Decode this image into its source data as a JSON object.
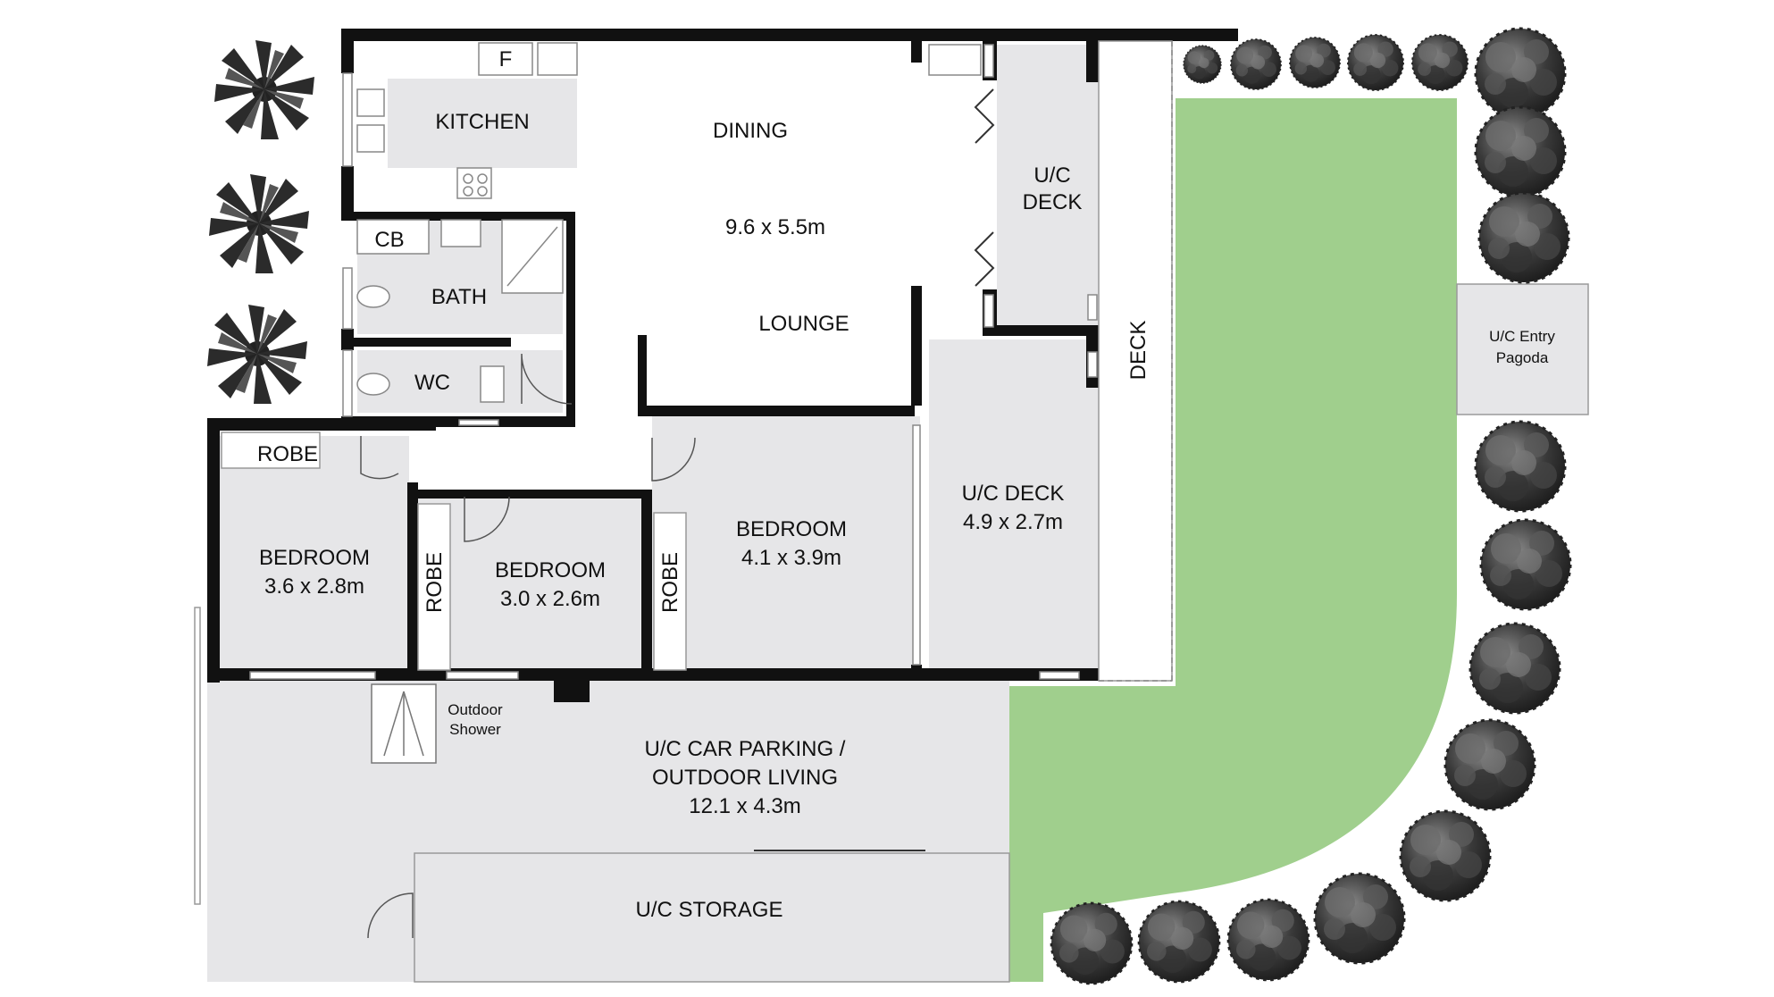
{
  "colors": {
    "room_fill": "#e6e6e8",
    "white_fill": "#ffffff",
    "lawn_fill": "#a0cf8d",
    "wall": "#111111",
    "tree_dark": "#2a2a2a",
    "tree_light": "#7a7a7a"
  },
  "rooms": {
    "kitchen": {
      "name": "KITCHEN",
      "fridge": "F"
    },
    "dining": {
      "name": "DINING",
      "dims": "9.6 x 5.5m"
    },
    "lounge": {
      "name": "LOUNGE"
    },
    "uc_deck_top": {
      "line1": "U/C",
      "line2": "DECK"
    },
    "deck": {
      "name": "DECK"
    },
    "cb": {
      "name": "CB"
    },
    "bath": {
      "name": "BATH"
    },
    "wc": {
      "name": "WC"
    },
    "robe_top": {
      "name": "ROBE"
    },
    "bedroom_1": {
      "name": "BEDROOM",
      "dims": "3.6 x 2.8m"
    },
    "robe_1": {
      "name": "ROBE"
    },
    "bedroom_2": {
      "name": "BEDROOM",
      "dims": "3.0 x 2.6m"
    },
    "robe_2": {
      "name": "ROBE"
    },
    "bedroom_3": {
      "name": "BEDROOM",
      "dims": "4.1 x 3.9m"
    },
    "uc_deck_mid": {
      "name": "U/C DECK",
      "dims": "4.9 x 2.7m"
    },
    "outdoor_shower": {
      "line1": "Outdoor",
      "line2": "Shower"
    },
    "car_parking": {
      "line1": "U/C CAR PARKING /",
      "line2": "OUTDOOR LIVING",
      "dims": "12.1 x 4.3m"
    },
    "storage": {
      "name": "U/C STORAGE"
    },
    "pagoda": {
      "line1": "U/C Entry",
      "line2": "Pagoda"
    }
  },
  "icons": [
    "palm-tree-icon",
    "shrub-icon",
    "door-swing-icon",
    "bifold-door-icon",
    "shower-icon",
    "toilet-icon",
    "basin-icon",
    "stove-icon",
    "sink-icon"
  ]
}
